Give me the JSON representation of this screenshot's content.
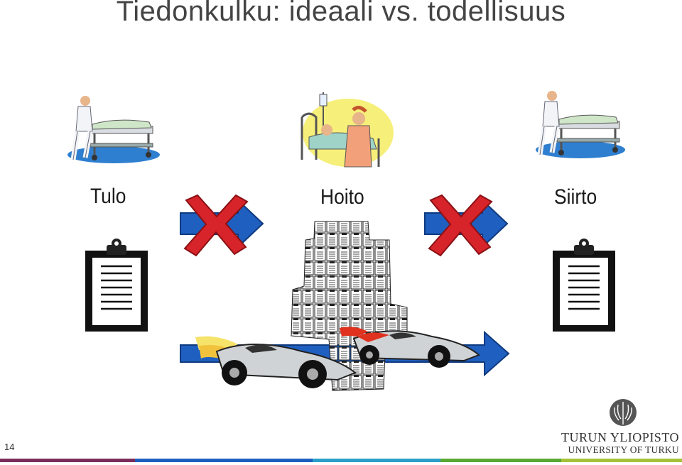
{
  "slide": {
    "title": "Tiedonkulku: ideaali vs. todellisuus",
    "page_number": "14"
  },
  "stages": {
    "admission": "Tulo",
    "care": "Hoito",
    "transfer": "Siirto"
  },
  "brand": {
    "line1": "TURUN YLIOPISTO",
    "line2": "UNIVERSITY OF TURKU"
  },
  "icons": {
    "nurse_bed_left": "nurse-with-bed-icon",
    "patient_bed": "patient-in-bed-icon",
    "nurse_bed_right": "nurse-with-bed-icon",
    "arrow": "right-arrow-icon",
    "cross": "red-cross-icon",
    "clipboard": "clipboard-icon",
    "document_stack": "document-stack-icon",
    "race_car": "race-car-icon",
    "logo": "university-emblem-icon"
  },
  "colors": {
    "arrow_blue": "#1f5fbf",
    "cross_red": "#d6242a",
    "footer": [
      "#7b2d5b",
      "#1f5fbf",
      "#2aa0c8",
      "#5aa832",
      "#a6c23a"
    ]
  }
}
